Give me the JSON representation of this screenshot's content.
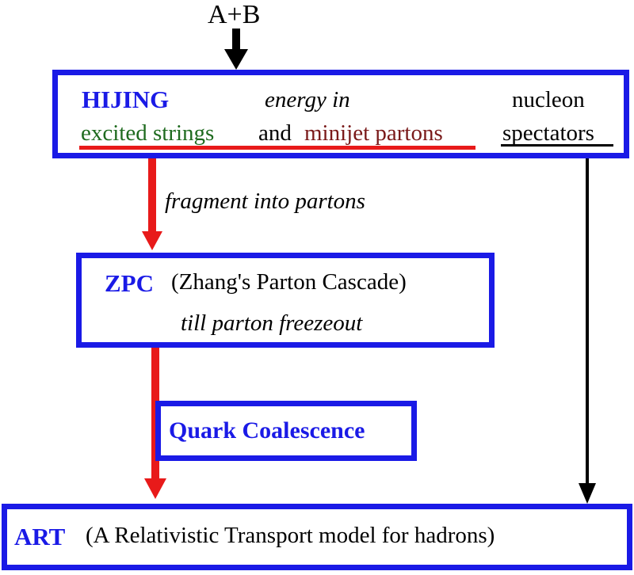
{
  "input": {
    "label": "A+B"
  },
  "hijing": {
    "name": "HIJING",
    "energy_in": "energy in",
    "nucleon": "nucleon",
    "excited_strings": "excited strings",
    "and": "and",
    "minijet_partons": "minijet partons",
    "spectators": "spectators"
  },
  "step1": {
    "label": "fragment into partons"
  },
  "zpc": {
    "name": "ZPC",
    "full_name": "(Zhang's Parton Cascade)",
    "note": "till parton freezeout"
  },
  "coalescence": {
    "name": "Quark Coalescence"
  },
  "art": {
    "name": "ART",
    "full_name": "(A Relativistic Transport model for hadrons)"
  },
  "colors": {
    "box_border": "#1a1ae6",
    "title_text": "#1a1ae6",
    "red_arrow": "#e81a1a",
    "excited_strings_text": "#1f6b1f",
    "minijet_text": "#7a1a1a"
  }
}
